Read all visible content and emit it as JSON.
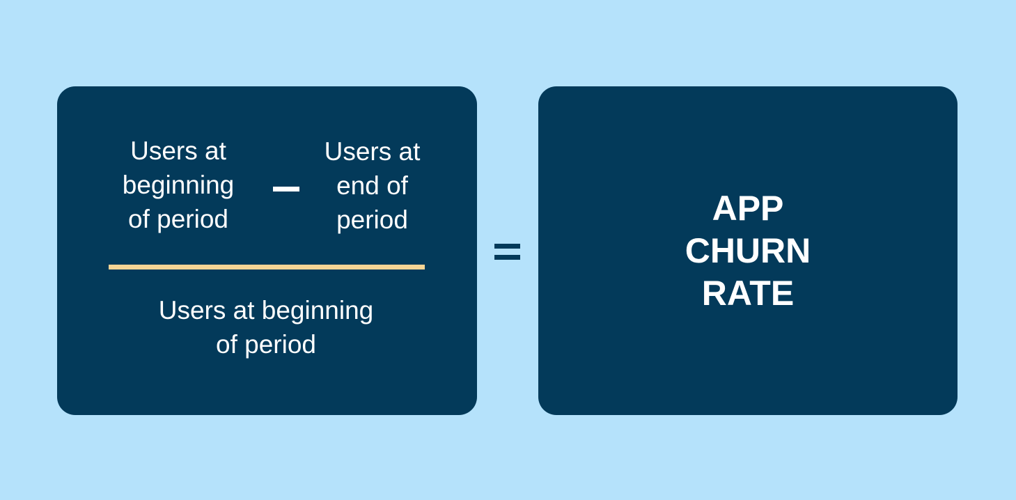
{
  "diagram": {
    "title": "App churn rate formula",
    "numerator": {
      "term_a": "Users at\nbeginning\nof period",
      "operator": "minus",
      "term_b": "Users at\nend of\nperiod"
    },
    "denominator": "Users at beginning\nof period",
    "equals": "equals",
    "result": "APP\nCHURN\nRATE"
  },
  "colors": {
    "background": "#b5e2fb",
    "card": "#033a5a",
    "text": "#ffffff",
    "fraction_bar": "#f5d495"
  }
}
